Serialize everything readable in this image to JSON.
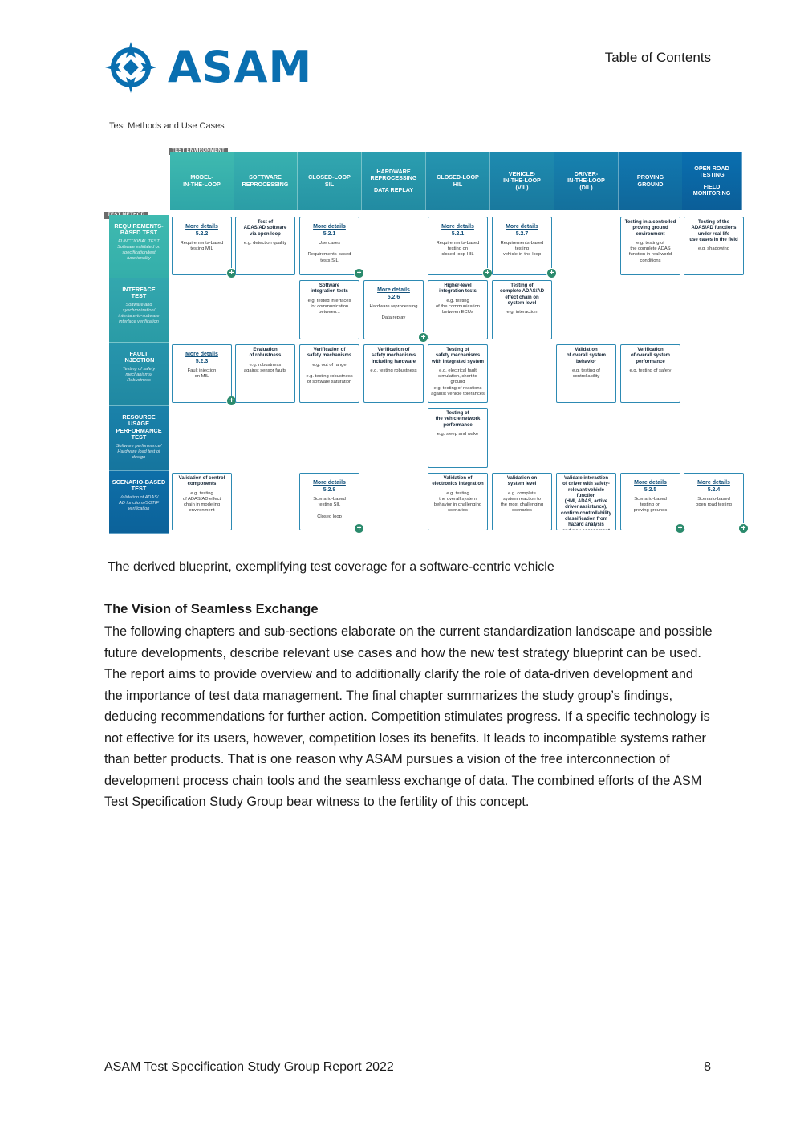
{
  "header": {
    "logo_text": "ASAM",
    "toc_link": "Table of Contents"
  },
  "figure": {
    "top_caption": "Test Methods and Use Cases",
    "env_tag": "TEST ENVIRONMENT",
    "method_tag": "TEST METHOD",
    "columns": [
      {
        "line1": "MODEL-\nIN-THE-LOOP",
        "line2": ""
      },
      {
        "line1": "SOFTWARE\nREPROCESSING",
        "line2": ""
      },
      {
        "line1": "CLOSED-LOOP\nSIL",
        "line2": ""
      },
      {
        "line1": "HARDWARE\nREPROCESSING",
        "line2": "DATA REPLAY"
      },
      {
        "line1": "CLOSED-LOOP\nHIL",
        "line2": ""
      },
      {
        "line1": "VEHICLE-\nIN-THE-LOOP\n(VIL)",
        "line2": ""
      },
      {
        "line1": "DRIVER-\nIN-THE-LOOP\n(DIL)",
        "line2": ""
      },
      {
        "line1": "PROVING\nGROUND",
        "line2": ""
      },
      {
        "line1": "OPEN ROAD\nTESTING",
        "line2": "FIELD\nMONITORING"
      }
    ],
    "rows": [
      {
        "title": "REQUIREMENTS-\nBASED TEST",
        "sub": "FUNCTIONAL TEST\nSoftware validated on\nspecification/test\nfunctionality"
      },
      {
        "title": "INTERFACE\nTEST",
        "sub": "Software and\nsynchronization/\ninterface-to-software\ninterface verification"
      },
      {
        "title": "FAULT\nINJECTION",
        "sub": "Testing of safety\nmechanisms/\nRobustness"
      },
      {
        "title": "RESOURCE\nUSAGE\nPERFORMANCE\nTEST",
        "sub": "Software performance/\nHardware load test of\ndesign"
      },
      {
        "title": "SCENARIO-BASED\nTEST",
        "sub": "Validation of ADAS/\nAD functions/SOTIF\nverification"
      }
    ],
    "cells": [
      {
        "id": "r1c1",
        "link": "More details",
        "num": "5.2.2",
        "desc": "Requirements-based\ntesting MIL",
        "plus": "+"
      },
      {
        "id": "r1c2",
        "title": "Test of\nADAS/AD software\nvia open loop",
        "desc": "e.g. detection quality"
      },
      {
        "id": "r1c3",
        "link": "More details",
        "num": "5.2.1",
        "desc": "Use cases\n\nRequirements-based\ntests SIL",
        "plus": "+"
      },
      {
        "id": "r1c5",
        "link": "More details",
        "num": "5.2.1",
        "desc": "Requirements-based\ntesting on\nclosed-loop HIL",
        "plus": "+"
      },
      {
        "id": "r1c6",
        "link": "More details",
        "num": "5.2.7",
        "desc": "Requirements-based\ntesting\nvehicle-in-the-loop",
        "plus": "+"
      },
      {
        "id": "r1c8",
        "title": "Testing in a controlled\nproving ground\nenvironment",
        "desc": "e.g. testing of\nthe complete ADAS\nfunction in real world\nconditions"
      },
      {
        "id": "r1c9",
        "title": "Testing of the\nADAS/AD functions\nunder real life\nuse cases in the field",
        "desc": "e.g. shadowing"
      },
      {
        "id": "r2c3",
        "title": "Software\nintegration tests",
        "desc": "e.g. tested interfaces\nfor communication\nbetween..."
      },
      {
        "id": "r2c4",
        "link": "More details",
        "num": "5.2.6",
        "desc": "Hardware reprocessing\n\nData replay",
        "plus": "+"
      },
      {
        "id": "r2c5",
        "title": "Higher-level\nintegration tests",
        "desc": "e.g. testing\nof the communication\nbetween ECUs"
      },
      {
        "id": "r2c6",
        "title": "Testing of\ncomplete ADAS/AD\neffect chain on\nsystem level",
        "desc": "e.g. interaction"
      },
      {
        "id": "r3c1",
        "link": "More details",
        "num": "5.2.3",
        "desc": "Fault injection\non MIL",
        "plus": "+"
      },
      {
        "id": "r3c2",
        "title": "Evaluation\nof robustness",
        "desc": "e.g. robustness\nagainst sensor faults"
      },
      {
        "id": "r3c3",
        "title": "Verification of\nsafety mechanisms",
        "desc": "e.g. out of range\n\ne.g. testing robustness\nof software saturation"
      },
      {
        "id": "r3c4",
        "title": "Verification of\nsafety mechanisms\nincluding hardware",
        "desc": "e.g. testing robustness"
      },
      {
        "id": "r3c5",
        "title": "Testing of\nsafety mechanisms\nwith integrated system",
        "desc": "e.g. electrical fault\nsimulation, short to\nground\ne.g. testing of reactions\nagainst vehicle tolerances"
      },
      {
        "id": "r3c7",
        "title": "Validation\nof overall system\nbehavior",
        "desc": "e.g. testing of\ncontrollability"
      },
      {
        "id": "r3c8",
        "title": "Verification\nof overall system\nperformance",
        "desc": "e.g. testing of safety"
      },
      {
        "id": "r4c5",
        "title": "Testing of\nthe vehicle network\nperformance",
        "desc": "e.g. sleep and wake"
      },
      {
        "id": "r5c1",
        "title": "Validation of control\ncomponents",
        "desc": "e.g. testing\nof ADAS/AD effect\nchain in modeling\nenvironment"
      },
      {
        "id": "r5c3",
        "link": "More details",
        "num": "5.2.8",
        "desc": "Scenario-based\ntesting SIL\n\nClosed loop",
        "plus": "+"
      },
      {
        "id": "r5c5",
        "title": "Validation of\nelectronics integration",
        "desc": "e.g. testing\nthe overall system\nbehavior in challenging\nscenarios"
      },
      {
        "id": "r5c6",
        "title": "Validation on\nsystem level",
        "desc": "e.g. complete\nsystem reaction to\nthe most challenging\nscenarios"
      },
      {
        "id": "r5c7",
        "title": "Validate interaction\nof driver with safety-\nrelevant vehicle function\n(HMI, ADAS, active\ndriver assistance),\nconfirm controllability\nclassification from\nhazard analysis\nand risk assessment"
      },
      {
        "id": "r5c8",
        "link": "More details",
        "num": "5.2.5",
        "desc": "Scenario-based\ntesting on\nproving grounds",
        "plus": "+"
      },
      {
        "id": "r5c9",
        "link": "More details",
        "num": "5.2.4",
        "desc": "Scenario-based\nopen road testing",
        "plus": "+"
      }
    ],
    "caption": "The derived blueprint, exemplifying test coverage for a software-centric vehicle"
  },
  "section": {
    "title": "The Vision of Seamless Exchange",
    "body": "The following chapters and sub-sections elaborate on the current standardization landscape and possible future developments, describe relevant use cases and how the new test strategy blueprint can be used. The report aims to provide overview and to additionally clarify the role of data-driven development and the importance of test data management. The final chapter summarizes the study group’s findings, deducing recommendations for further action. Competition stimulates progress. If a specific technology is not effective for its users, however, competition loses its benefits. It leads to incompatible systems rather than better products. That is one reason why ASAM pursues a vision of the free interconnection of development process chain tools and the seamless exchange of data. The combined efforts of the ASM Test Specification Study Group bear witness to the fertility of this concept."
  },
  "footer": {
    "left": "ASAM Test Specification Study Group Report 2022",
    "page": "8"
  },
  "colors": {
    "brand": "#0a6fb0",
    "col_gradient_start": "#3fbab0",
    "col_gradient_end": "#0a6fb0",
    "row_gradient_start": "#3fbab0",
    "row_gradient_end": "#0e6fa8",
    "plus": "#2a8a6c"
  }
}
